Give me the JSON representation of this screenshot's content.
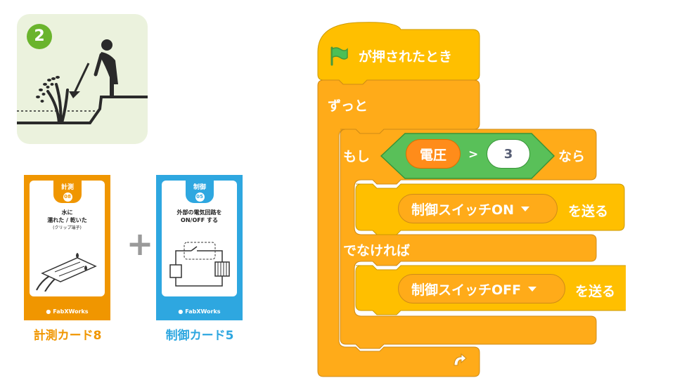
{
  "step": {
    "number": "2"
  },
  "cards": [
    {
      "tab": "計測",
      "num": "08",
      "title": "水に\n濡れた / 乾いた",
      "subtitle": "(クリップ端子)",
      "brand": "FabXWorks",
      "caption": "計測カード8",
      "color": "#f09600"
    },
    {
      "tab": "制御",
      "num": "05",
      "title": "外部の電気回路を\nON/OFF する",
      "subtitle": "",
      "brand": "FabXWorks",
      "caption": "制御カード5",
      "color": "#2ea7e0"
    }
  ],
  "script": {
    "hat": "が押されたとき",
    "forever": "ずっと",
    "if_label": "もし",
    "then_label": "なら",
    "variable": "電圧",
    "operator": ">",
    "compare_value": "3",
    "send_on_dropdown": "制御スイッチON",
    "send_on_suffix": "を送る",
    "else_label": "でなければ",
    "send_off_dropdown": "制御スイッチOFF",
    "send_off_suffix": "を送る"
  },
  "colors": {
    "events": "#ffbf00",
    "control": "#ffab19",
    "operators": "#59c059",
    "variables": "#ff8c1a"
  }
}
